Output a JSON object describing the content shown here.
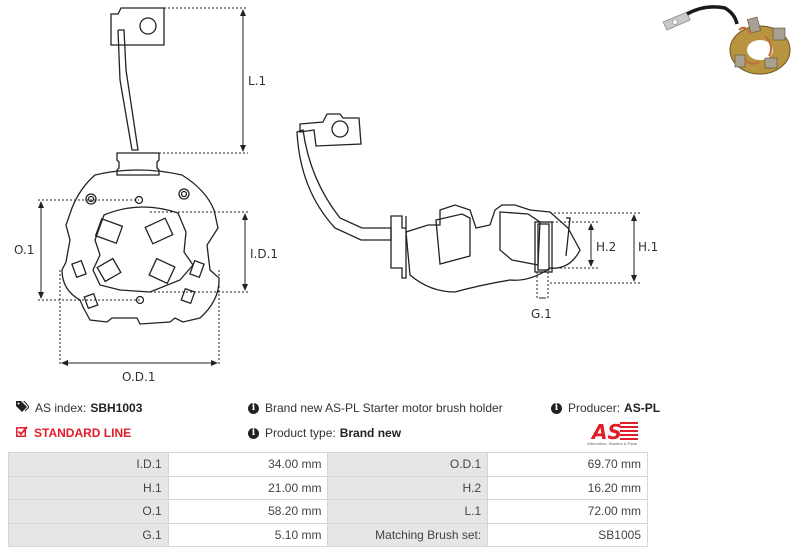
{
  "drawing": {
    "front_view_labels": {
      "l1": "L.1",
      "o1": "O.1",
      "id1": "I.D.1",
      "od1": "O.D.1"
    },
    "side_view_labels": {
      "h1": "H.1",
      "h2": "H.2",
      "g1": "G.1"
    }
  },
  "photo": {
    "alt": "Starter motor brush holder product photo"
  },
  "info": {
    "as_index_label": "AS index:",
    "as_index_value": "SBH1003",
    "line_label": "STANDARD LINE",
    "description": "Brand new AS-PL Starter motor brush holder",
    "product_type_label": "Product type:",
    "product_type_value": "Brand new",
    "producer_label": "Producer:",
    "producer_value": "AS-PL",
    "logo_text": "AS",
    "logo_tagline": "Alternators, Starters & Parts",
    "icons": {
      "index": "tags-icon",
      "line": "check-square-icon",
      "info": "info-circle-icon"
    }
  },
  "colors": {
    "accent_red": "#e11d2a",
    "label_bg": "#e6e6e6",
    "border": "#d6d6d6"
  },
  "specs": {
    "rows": [
      {
        "label1": "I.D.1",
        "value1": "34.00 mm",
        "label2": "O.D.1",
        "value2": "69.70 mm"
      },
      {
        "label1": "H.1",
        "value1": "21.00 mm",
        "label2": "H.2",
        "value2": "16.20 mm"
      },
      {
        "label1": "O.1",
        "value1": "58.20 mm",
        "label2": "L.1",
        "value2": "72.00 mm"
      },
      {
        "label1": "G.1",
        "value1": "5.10 mm",
        "label2": "Matching Brush set:",
        "value2": "SB1005"
      }
    ]
  }
}
